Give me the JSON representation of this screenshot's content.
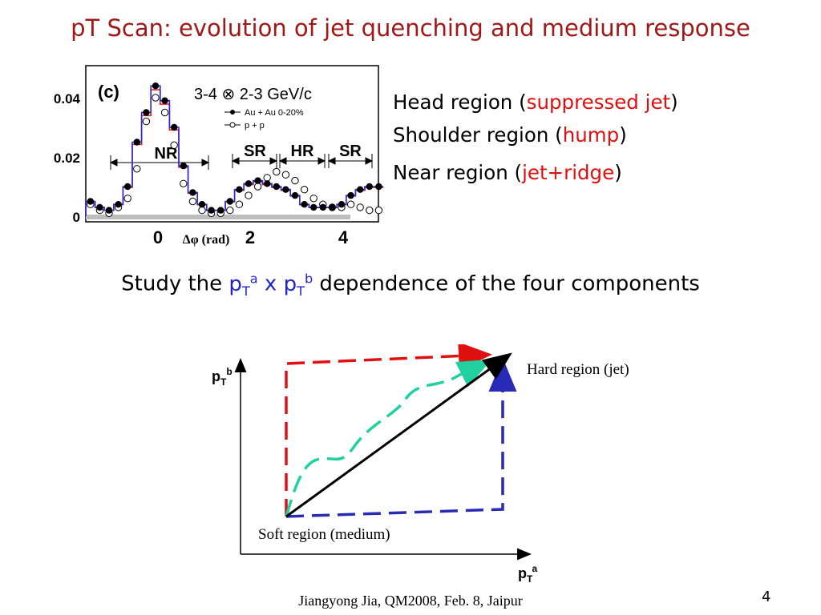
{
  "slide": {
    "title": "pT Scan: evolution of jet quenching and medium response",
    "page_number": "4",
    "footer": "Jiangyong Jia, QM2008, Feb. 8, Jaipur"
  },
  "bullets": [
    {
      "prefix": "Head region (",
      "highlight": "suppressed jet",
      "suffix": ")"
    },
    {
      "prefix": "Shoulder region (",
      "highlight": "hump",
      "suffix": ")"
    },
    {
      "prefix": "Near region (",
      "highlight": "jet+ridge",
      "suffix": ")"
    }
  ],
  "study_line": {
    "prefix": "Study the ",
    "p1": "p",
    "sub1": "T",
    "sup1": "a",
    "mid": " x ",
    "p2": "p",
    "sub2": "T",
    "sup2": "b",
    "suffix": " dependence of the four components"
  },
  "plot": {
    "panel_label": "(c)",
    "bin_label": "3-4 ⊗ 2-3 GeV/c",
    "legend": [
      "Au + Au 0-20%",
      "p + p"
    ],
    "regions": [
      "NR",
      "SR",
      "HR",
      "SR"
    ],
    "y_ticks": [
      "0.04",
      "0.02",
      "0"
    ],
    "x_ticks": [
      "0",
      "2",
      "4"
    ],
    "x_label": "Δφ (rad)",
    "colors": {
      "auau_hist": "#2a2ad8",
      "pp_hist": "#e02020"
    }
  },
  "diagram": {
    "y_label_base": "p",
    "y_label_sub": "T",
    "y_label_sup": "b",
    "x_label_base": "p",
    "x_label_sub": "T",
    "x_label_sup": "a",
    "hard_label": "Hard region (jet)",
    "soft_label": "Soft region (medium)",
    "colors": {
      "red": "#e01010",
      "blue": "#2a2ab8",
      "teal": "#20d0a0",
      "black": "#000000"
    }
  }
}
